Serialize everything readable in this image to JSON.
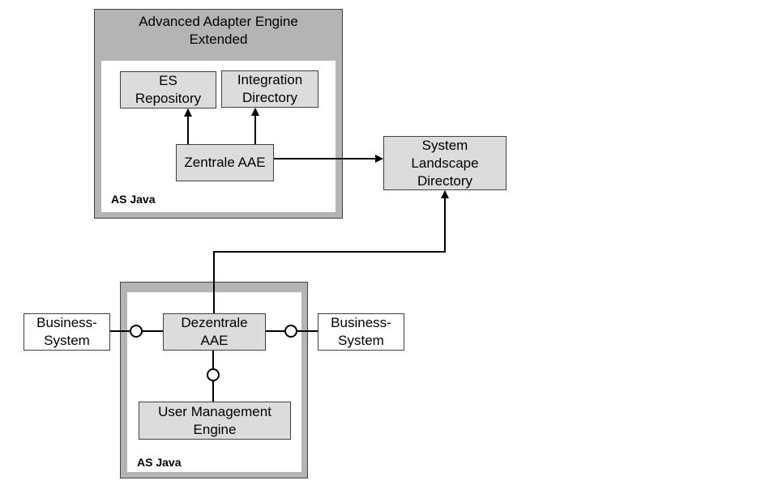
{
  "colors": {
    "container_fill": "#b4b4b4",
    "component_fill": "#dcdcdc",
    "line": "#000000"
  },
  "central": {
    "title": "Advanced Adapter Engine\nExtended",
    "label": "AS Java",
    "es_repository": "ES\nRepository",
    "integration_directory": "Integration\nDirectory",
    "zentrale_aae": "Zentrale AAE"
  },
  "sld": "System\nLandscape\nDirectory",
  "decentral": {
    "label": "AS Java",
    "dezentrale_aae": "Dezentrale\nAAE",
    "user_management_engine": "User Management\nEngine"
  },
  "business_system_left": "Business-\nSystem",
  "business_system_right": "Business-\nSystem"
}
